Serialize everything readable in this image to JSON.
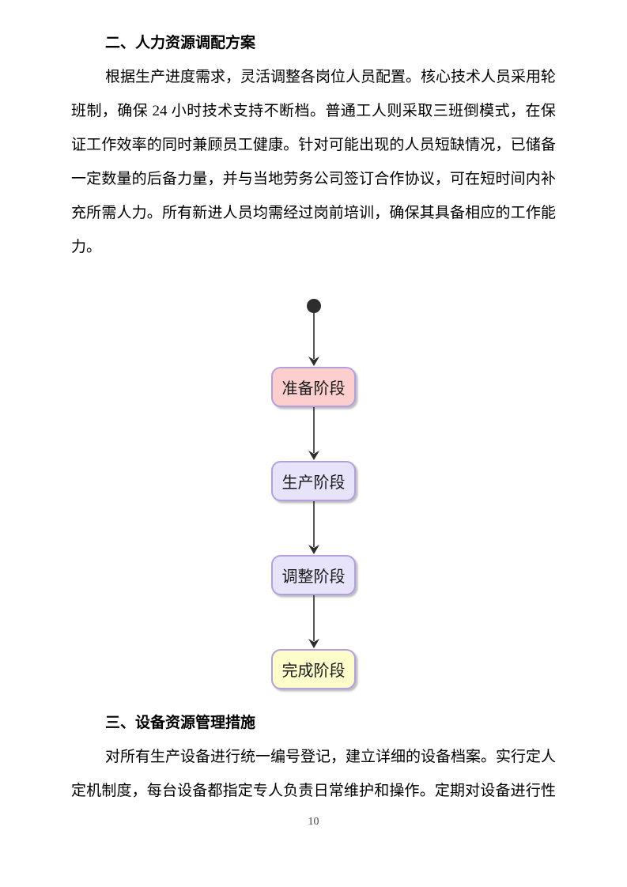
{
  "section2": {
    "heading": "二、人力资源调配方案",
    "paragraph": "根据生产进度需求，灵活调整各岗位人员配置。核心技术人员采用轮班制，确保 24 小时技术支持不断档。普通工人则采取三班倒模式，在保证工作效率的同时兼顾员工健康。针对可能出现的人员短缺情况，已储备一定数量的后备力量，并与当地劳务公司签订合作协议，可在短时间内补充所需人力。所有新进人员均需经过岗前培训，确保其具备相应的工作能力。"
  },
  "diagram": {
    "type": "flowchart",
    "direction": "top-to-bottom",
    "start_node": "filled-circle",
    "connector_color": "#2d2d2d",
    "border_color": "#b4a0dc",
    "stages": [
      {
        "label": "准备阶段",
        "fill": "#fccece"
      },
      {
        "label": "生产阶段",
        "fill": "#e6e3fa"
      },
      {
        "label": "调整阶段",
        "fill": "#e6e3fa"
      },
      {
        "label": "完成阶段",
        "fill": "#fdfccb"
      }
    ]
  },
  "section3": {
    "heading": "三、设备资源管理措施",
    "paragraph": "对所有生产设备进行统一编号登记，建立详细的设备档案。实行定人定机制度，每台设备都指定专人负责日常维护和操作。定期对设备进行性"
  },
  "footer": {
    "page_number": "10"
  }
}
